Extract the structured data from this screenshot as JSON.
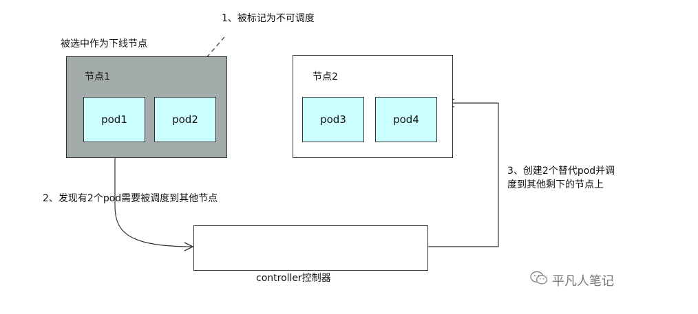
{
  "annotations": {
    "step1": "1、被标记为不可调度",
    "step2": "2、发现有2个pod需要被调度到其他节点",
    "step3_line1": "3、创建2个替代pod并调",
    "step3_line2": "度到其他剩下的节点上",
    "selected_label": "被选中作为下线节点"
  },
  "node1": {
    "label": "节点1",
    "fill": "#a4abab",
    "pods": [
      "pod1",
      "pod2"
    ]
  },
  "node2": {
    "label": "节点2",
    "fill": "#ffffff",
    "pods": [
      "pod3",
      "pod4"
    ]
  },
  "controller": {
    "label": "controller控制器"
  },
  "watermark": {
    "icon": "wechat-icon",
    "text": "平凡人笔记"
  },
  "colors": {
    "pod_fill": "#ccffff",
    "node1_fill": "#a4abab",
    "line": "#333333"
  }
}
